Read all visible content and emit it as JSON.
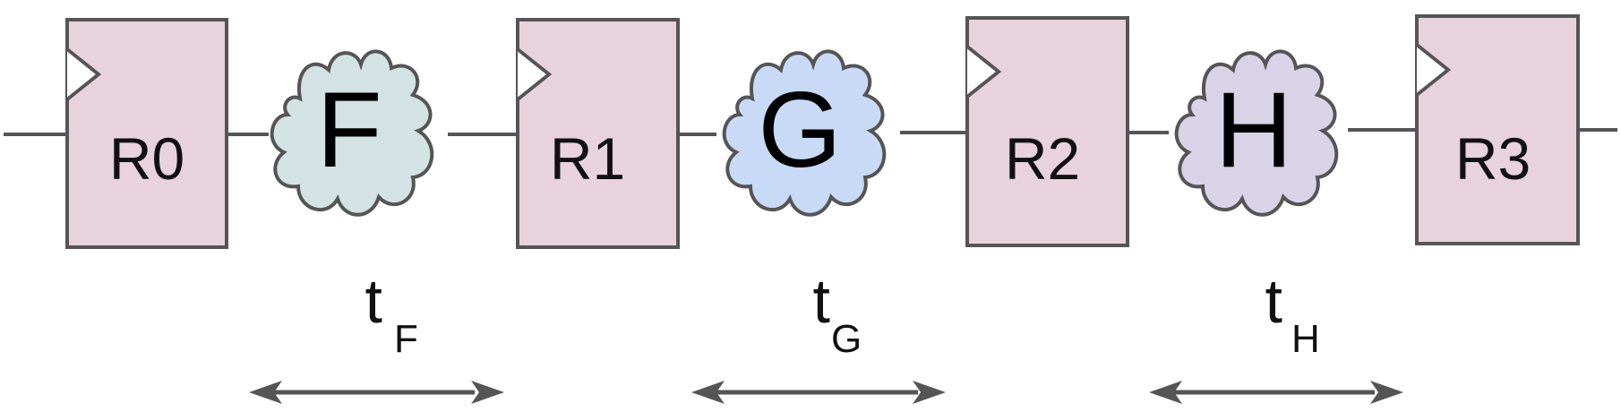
{
  "registers": [
    {
      "label": "R0"
    },
    {
      "label": "R1"
    },
    {
      "label": "R2"
    },
    {
      "label": "R3"
    }
  ],
  "stages": [
    {
      "label": "F",
      "color": "#d3e2e3",
      "delay_symbol": "t",
      "delay_subscript": "F"
    },
    {
      "label": "G",
      "color": "#c9daf6",
      "delay_symbol": "t",
      "delay_subscript": "G"
    },
    {
      "label": "H",
      "color": "#d9d3e8",
      "delay_symbol": "t",
      "delay_subscript": "H"
    }
  ],
  "colors": {
    "register_fill": "#e8d2dc",
    "stroke": "#555555"
  }
}
